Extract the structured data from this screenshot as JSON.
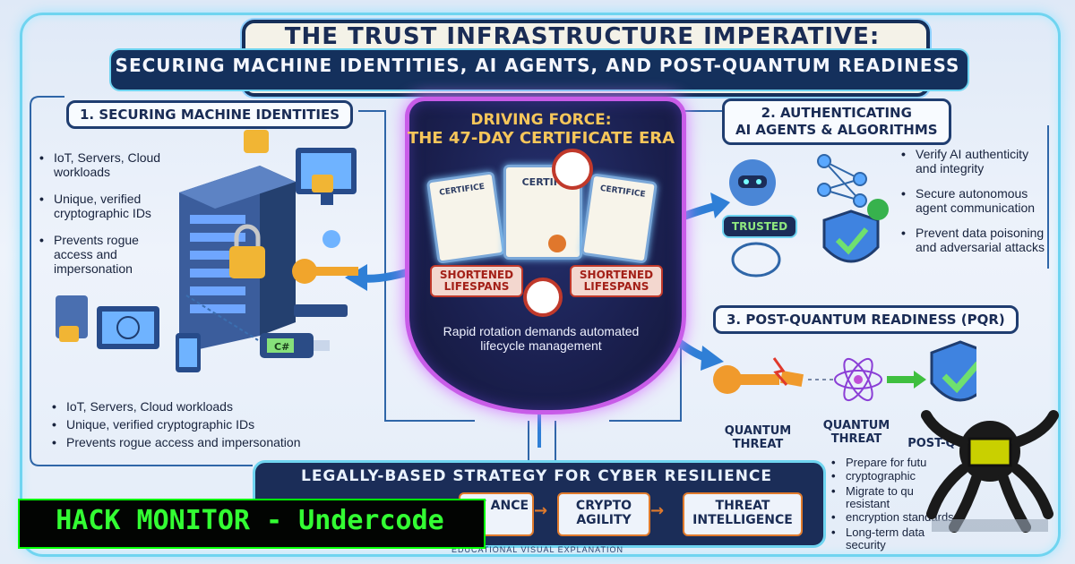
{
  "header": {
    "title": "THE TRUST INFRASTRUCTURE IMPERATIVE:",
    "subtitle": "SECURING MACHINE IDENTITIES, AI AGENTS, AND POST-QUANTUM READINESS"
  },
  "section1": {
    "label": "1. SECURING MACHINE IDENTITIES",
    "bullets_top": [
      "IoT, Servers, Cloud workloads",
      "Unique, verified cryptographic IDs",
      "Prevents rogue access and impersonation"
    ],
    "bullets_bottom": [
      "IoT, Servers, Cloud workloads",
      "Unique, verified cryptographic IDs",
      "Prevents rogue access and impersonation"
    ],
    "usb_label": "C#"
  },
  "center": {
    "heading1": "DRIVING FORCE:",
    "heading2": "THE 47-DAY CERTIFICATE ERA",
    "cert_left": "CERTIFICE",
    "cert_mid": "CERTIFI",
    "cert_right": "CERTIFICE",
    "tag_left": "SHORTENED LIFESPANS",
    "tag_right": "SHORTENED LIFESPANS",
    "description": "Rapid rotation demands automated lifecycle management"
  },
  "section2": {
    "label_line1": "2. AUTHENTICATING",
    "label_line2": "AI AGENTS & ALGORITHMS",
    "trusted": "TRUSTED",
    "bullets": [
      "Verify AI authenticity and integrity",
      "Secure autonomous agent communication",
      "Prevent data poisoning and adversarial attacks"
    ]
  },
  "section3": {
    "label": "3. POST-QUANTUM READINESS (PQR)",
    "threat1": "QUANTUM THREAT",
    "threat2": "QUANTUM THREAT",
    "ready": "POST-QUA",
    "bullets": [
      "Prepare for futu",
      "cryptographic",
      "Migrate to qu resistant",
      "encryption standards",
      "Long-term data security"
    ]
  },
  "strategy": {
    "title": "LEGALLY-BASED STRATEGY FOR CYBER RESILIENCE",
    "items": [
      "ITY ANCE",
      "CRYPTO AGILITY",
      "THREAT INTELLIGENCE"
    ]
  },
  "footer": {
    "edu": "EDUCATIONAL VISUAL EXPLANATION",
    "brand": "HACK MONITOR - Undercode"
  },
  "colors": {
    "navy": "#14305c",
    "gold": "#f6c65a",
    "magenta_glow": "#c85ce8",
    "alert_red": "#c0392b",
    "brand_green": "#33ff33"
  }
}
